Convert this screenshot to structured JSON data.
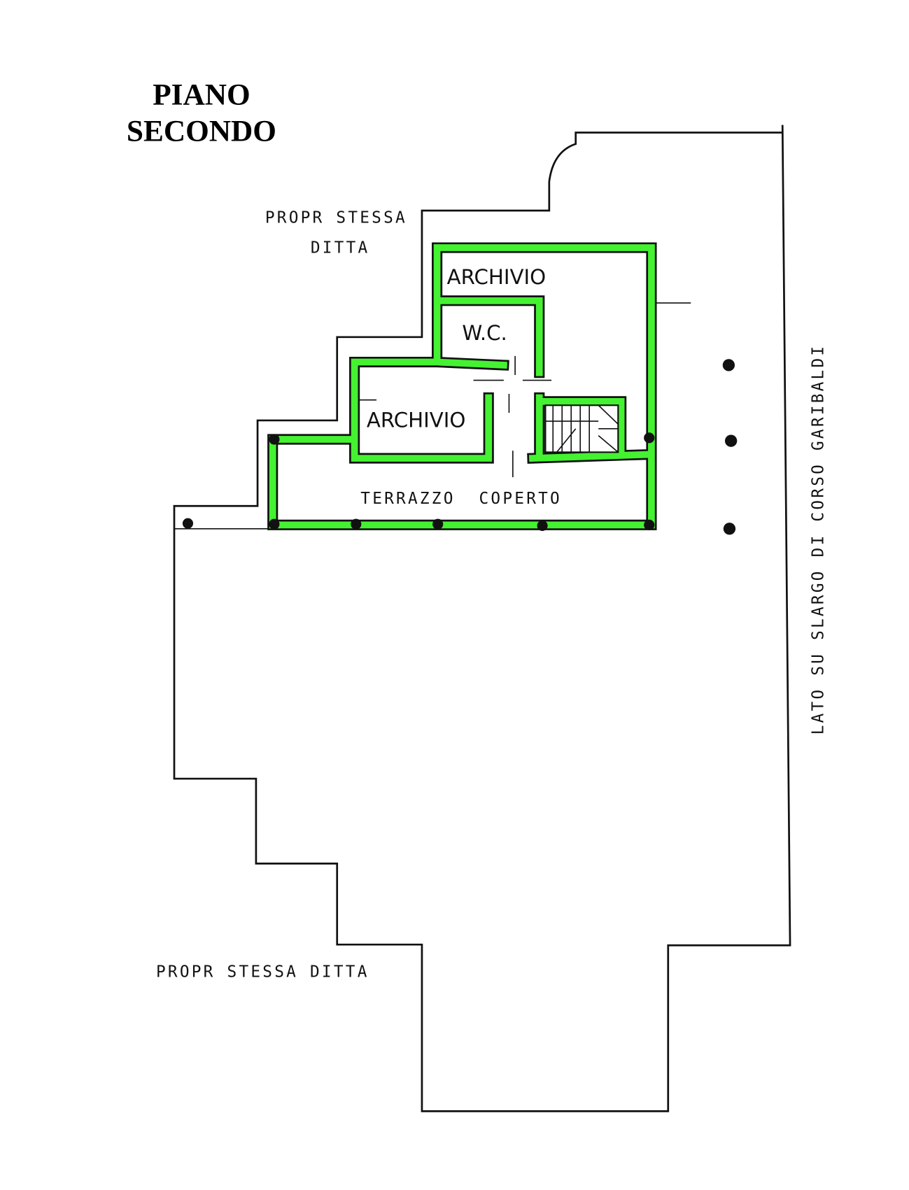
{
  "title": {
    "line1": "PIANO",
    "line2": "SECONDO"
  },
  "labels": {
    "top_neighbor_line1": "PROPR STESSA",
    "top_neighbor_line2": "DITTA",
    "bottom_neighbor": "PROPR STESSA DITTA",
    "side_street": "LATO SU SLARGO DI CORSO GARIBALDI"
  },
  "rooms": {
    "archivio_upper": "ARCHIVIO",
    "wc": "W.C.",
    "archivio_lower": "ARCHIVIO",
    "terrace": "TERRAZZO  COPERTO"
  },
  "colors": {
    "wall_fill": "#44f231",
    "line": "#111111"
  }
}
